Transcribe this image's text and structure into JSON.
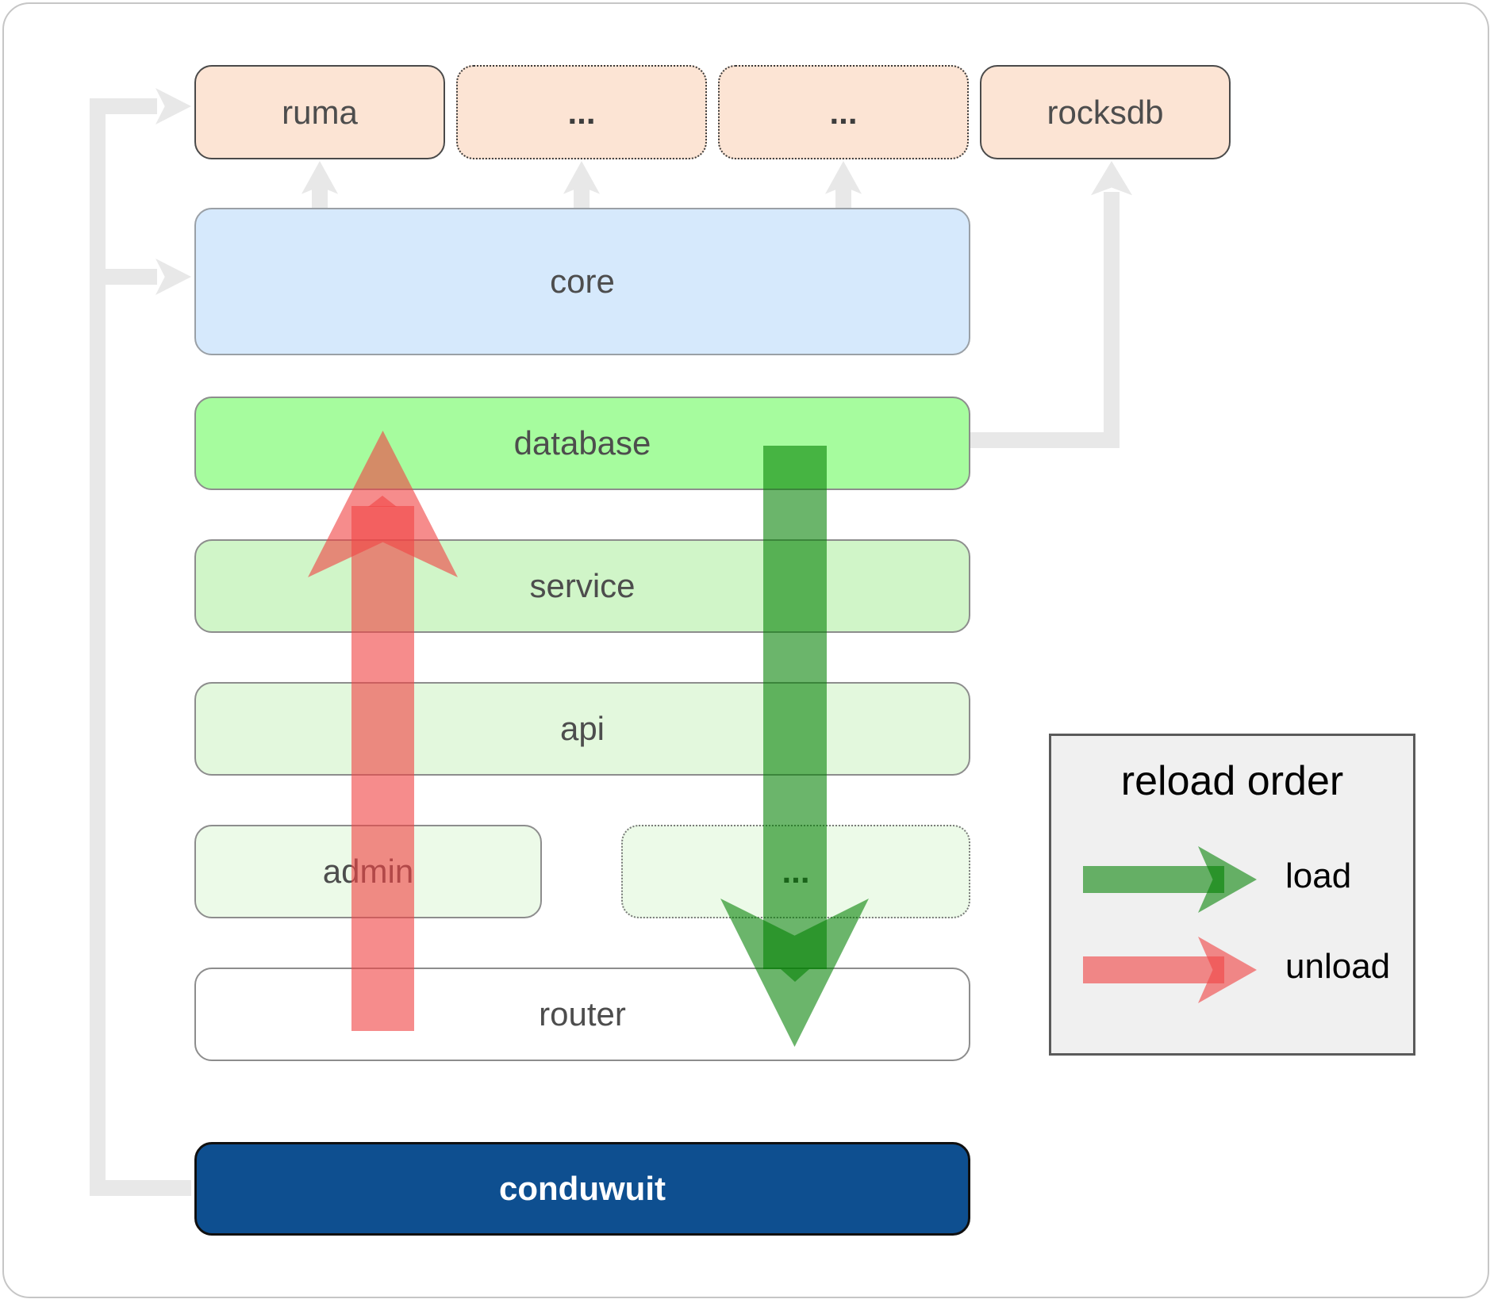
{
  "diagram": {
    "title": "conduwuit architecture reload order diagram",
    "nodes": {
      "ruma": "ruma",
      "dep_a": "...",
      "dep_b": "...",
      "rocksdb": "rocksdb",
      "core": "core",
      "database": "database",
      "service": "service",
      "api": "api",
      "admin": "admin",
      "admin_etc": "...",
      "router": "router",
      "conduwuit": "conduwuit"
    },
    "colors": {
      "dependency_fill": "#fce4d4",
      "core_fill": "#d6e9fc",
      "database_fill": "#a6fc9e",
      "service_fill": "#d0f5c8",
      "api_fill": "#e3f8dd",
      "admin_fill": "#ecfae8",
      "router_fill": "#ffffff",
      "conduwuit_fill": "#0e4f90",
      "connector_gray": "#e8e8e8",
      "load_arrow_green": "rgba(0,128,0,0.58)",
      "unload_arrow_red": "rgba(240,70,70,0.62)"
    }
  },
  "legend": {
    "title": "reload order",
    "items": [
      {
        "label": "load",
        "color": "#3f9d3f"
      },
      {
        "label": "unload",
        "color": "#f58c8c"
      }
    ]
  }
}
